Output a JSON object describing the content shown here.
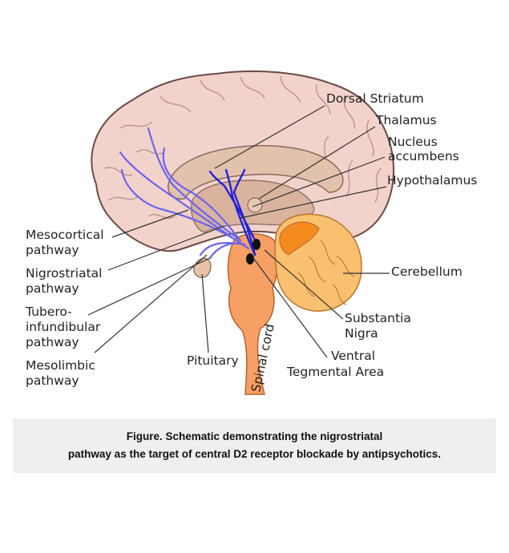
{
  "labels": {
    "dorsal_striatum": "Dorsal Striatum",
    "thalamus": "Thalamus",
    "nucleus_accumbens_1": "Nucleus",
    "nucleus_accumbens_2": "accumbens",
    "hypothalamus": "Hypothalamus",
    "cerebellum": "Cerebellum",
    "substantia_nigra_1": "Substantia",
    "substantia_nigra_2": "Nigra",
    "ventral_tegmental_1": "Ventral",
    "ventral_tegmental_2": "Tegmental Area",
    "pituitary": "Pituitary",
    "spinal_cord": "Spinal cord",
    "mesocortical_1": "Mesocortical",
    "mesocortical_2": "pathway",
    "nigrostriatal_1": "Nigrostriatal",
    "nigrostriatal_2": "pathway",
    "tuberoinfundibular_1": "Tubero-",
    "tuberoinfundibular_2": "infundibular",
    "tuberoinfundibular_3": "pathway",
    "mesolimbic_1": "Mesolimbic",
    "mesolimbic_2": "pathway"
  },
  "caption": {
    "line1": "Figure. Schematic demonstrating the nigrostriatal",
    "line2": "pathway as the target of central D2 receptor blockade by antipsychotics."
  },
  "colors": {
    "cortex": "#f2d3cc",
    "cortex_outline": "#6b4a44",
    "inner": "#e3c2ad",
    "brainstem": "#f7a066",
    "cerebellum": "#f9c070",
    "cerebellum_dark": "#f58a1f",
    "nigrostriatal_pathway": "#2222dd",
    "other_pathways": "#6c63f0"
  }
}
